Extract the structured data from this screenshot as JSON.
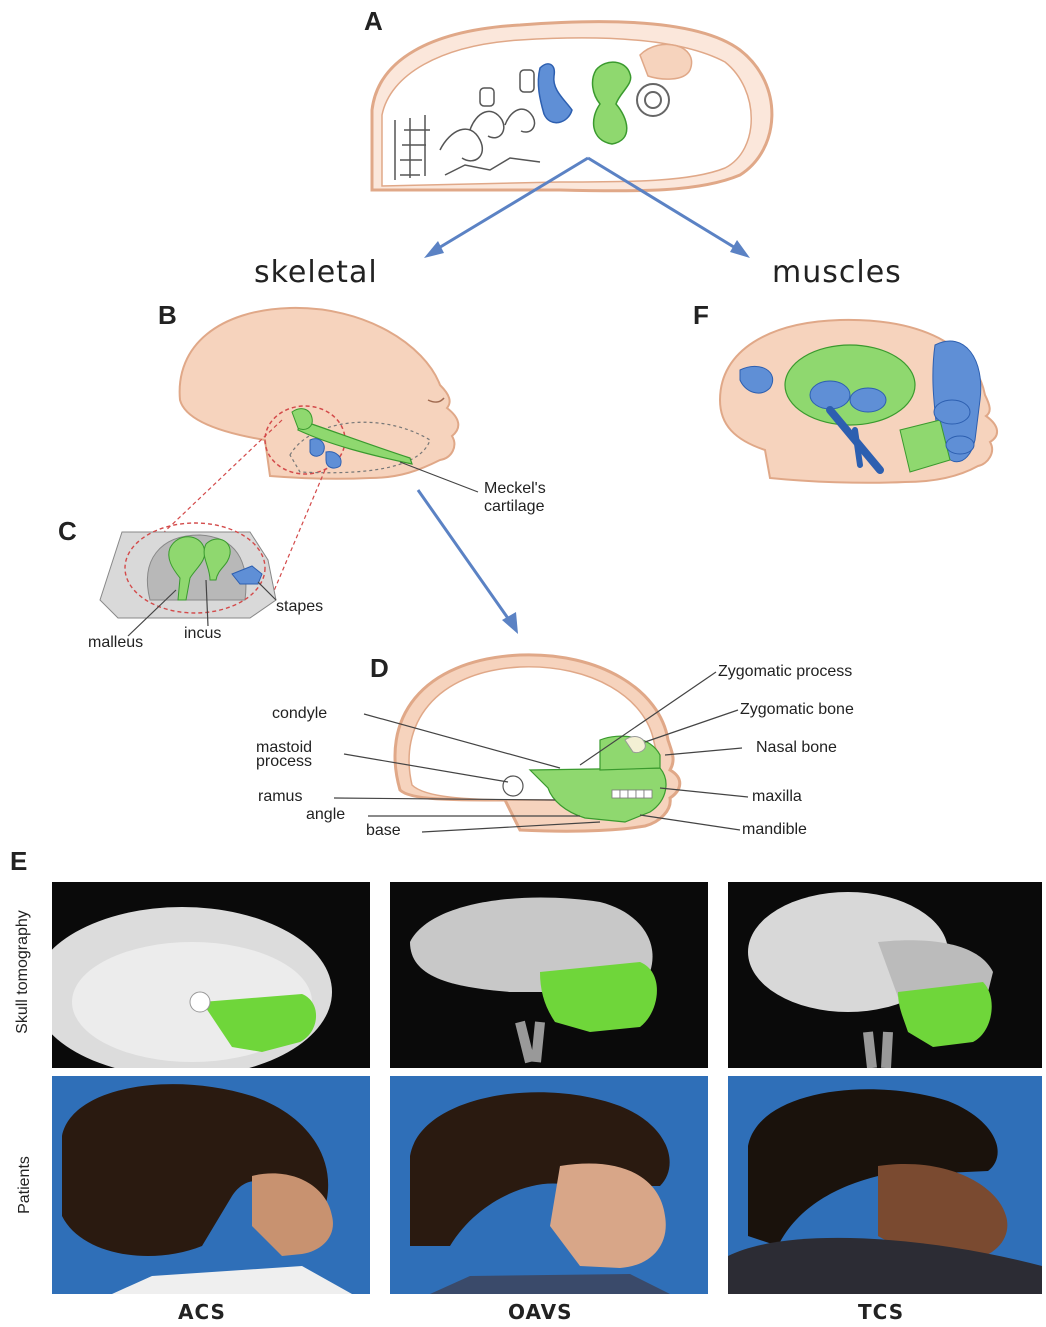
{
  "panels": {
    "a": "A",
    "b": "B",
    "c": "C",
    "d": "D",
    "e": "E",
    "f": "F"
  },
  "headings": {
    "skeletal": "skeletal",
    "muscles": "muscles"
  },
  "labels": {
    "meckel_line1": "Meckel's",
    "meckel_line2": "cartilage",
    "stapes": "stapes",
    "incus": "incus",
    "malleus": "malleus",
    "zygomatic_process": "Zygomatic process",
    "zygomatic_bone": "Zygomatic bone",
    "nasal_bone": "Nasal bone",
    "maxilla": "maxilla",
    "mandible": "mandible",
    "condyle": "condyle",
    "mastoid_line1": "mastoid",
    "mastoid_line2": "process",
    "ramus": "ramus",
    "angle": "angle",
    "base": "base"
  },
  "rows": {
    "tomography": "Skull tomography",
    "patients": "Patients"
  },
  "columns": [
    "ACS",
    "OAVS",
    "TCS"
  ],
  "colors": {
    "skin": "#f6d3bd",
    "skin_outline": "#e0a888",
    "green": "#8fd86f",
    "green_dark": "#3a9a2e",
    "blue": "#5f8fd6",
    "blue_dark": "#2d5fb0",
    "arrow": "#5b82c4",
    "ct_bg": "#0a0a0a",
    "photo_bg": "#2f6fb8"
  }
}
